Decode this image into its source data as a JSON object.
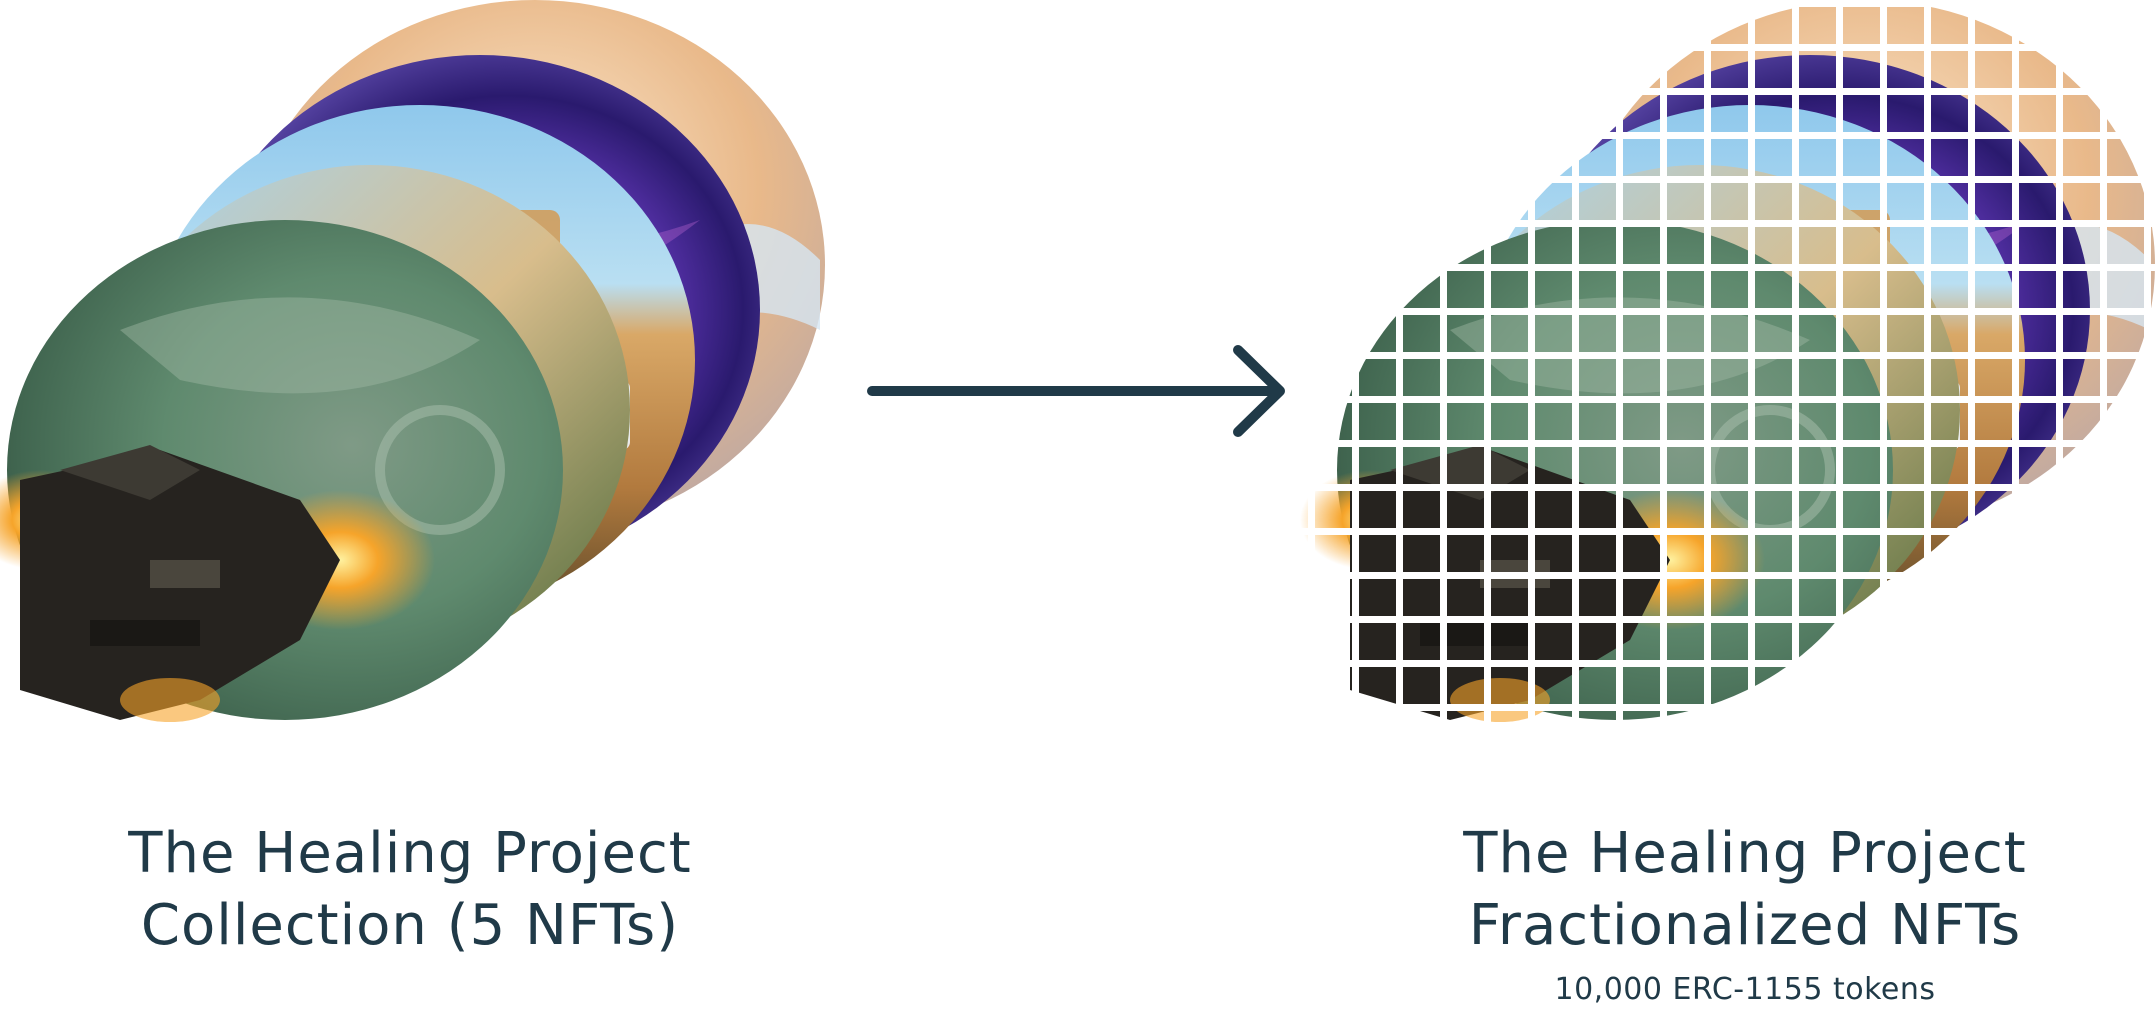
{
  "left": {
    "title_line1": "The Healing Project",
    "title_line2": "Collection (5 NFTs)",
    "nft_count": 5
  },
  "right": {
    "title_line1": "The Healing Project",
    "title_line2": "Fractionalized NFTs",
    "subtitle": "10,000 ERC-1155 tokens"
  },
  "colors": {
    "text": "#203a48",
    "arrow": "#203a48",
    "grid": "#ffffff"
  },
  "icons": {
    "arrow": "right-arrow-icon"
  }
}
